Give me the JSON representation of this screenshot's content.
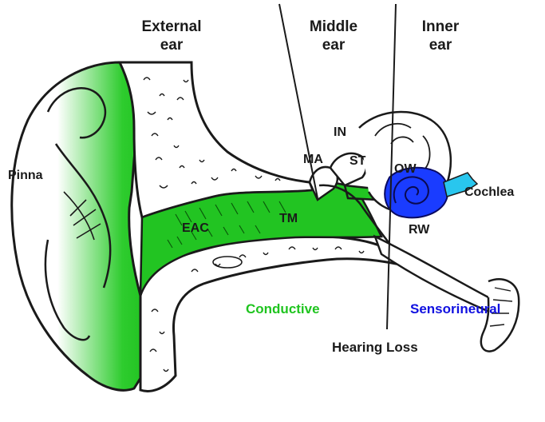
{
  "headers": {
    "external": "External\near",
    "middle": "Middle\near",
    "inner": "Inner\near"
  },
  "parts": {
    "pinna": "Pinna",
    "eac": "EAC",
    "tm": "TM",
    "ma": "MA",
    "in": "IN",
    "st": "ST",
    "ow": "OW",
    "rw": "RW",
    "cochlea": "Cochlea"
  },
  "categories": {
    "conductive": "Conductive",
    "sensorineural": "Sensorineural",
    "hearing_loss": "Hearing Loss"
  },
  "colors": {
    "conductive": "#1fc41f",
    "sensorineural": "#1010e0",
    "cochlea_blue": "#1a3cff",
    "nerve_cyan": "#29c6ee",
    "ink": "#1a1a1a",
    "skin": "#ffffff"
  }
}
